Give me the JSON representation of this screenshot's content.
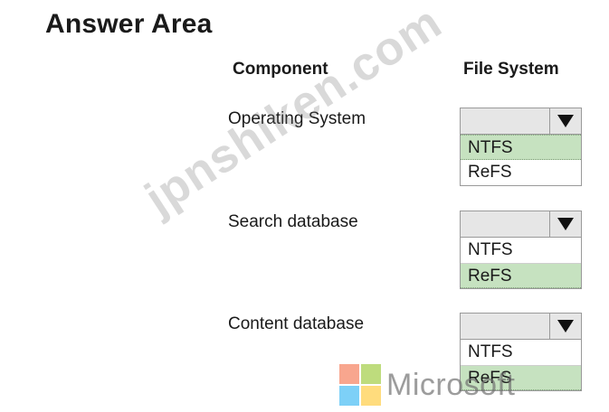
{
  "title": "Answer Area",
  "headers": {
    "component": "Component",
    "file_system": "File System"
  },
  "rows": [
    {
      "label": "Operating System",
      "options": [
        "NTFS",
        "ReFS"
      ],
      "selected": "NTFS"
    },
    {
      "label": "Search database",
      "options": [
        "NTFS",
        "ReFS"
      ],
      "selected": "ReFS"
    },
    {
      "label": "Content database",
      "options": [
        "NTFS",
        "ReFS"
      ],
      "selected": "ReFS"
    }
  ],
  "watermark": "jpnshiken.com",
  "brand": {
    "name": "Microsoft",
    "colors": [
      "#f25022",
      "#7fba00",
      "#00a4ef",
      "#ffb900"
    ]
  },
  "selection_color": "#c6e2c0"
}
